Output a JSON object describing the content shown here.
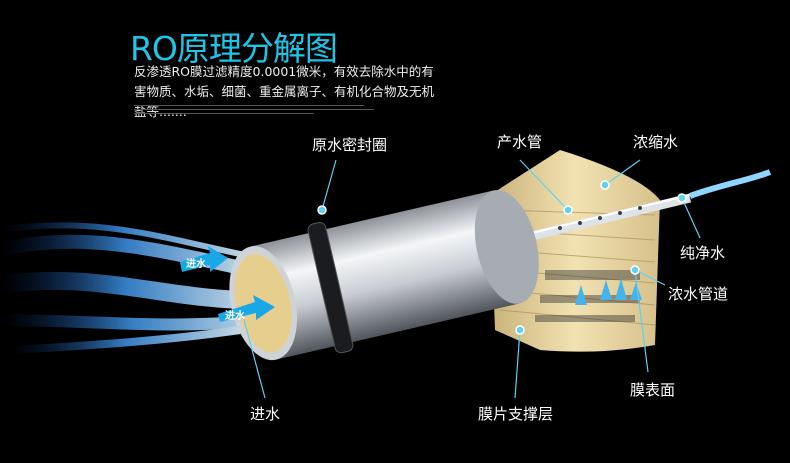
{
  "title": "RO原理分解图",
  "description": "反渗透RO膜过滤精度0.0001微米，有效去除水中的有害物质、水垢、细菌、重金属离子、有机化合物及无机盐等.......",
  "labels": {
    "seal_ring": "原水密封圈",
    "product_pipe": "产水管",
    "concentrate": "浓缩水",
    "pure_water": "纯净水",
    "concentrate_channel": "浓水管道",
    "membrane_surface": "膜表面",
    "support_layer": "膜片支撑层",
    "inlet": "进水"
  },
  "arrow_tags": [
    "进水",
    "进水"
  ],
  "colors": {
    "accent": "#1cc6e6",
    "membrane": "#e9d49c",
    "leader": "#5fd0f0"
  }
}
